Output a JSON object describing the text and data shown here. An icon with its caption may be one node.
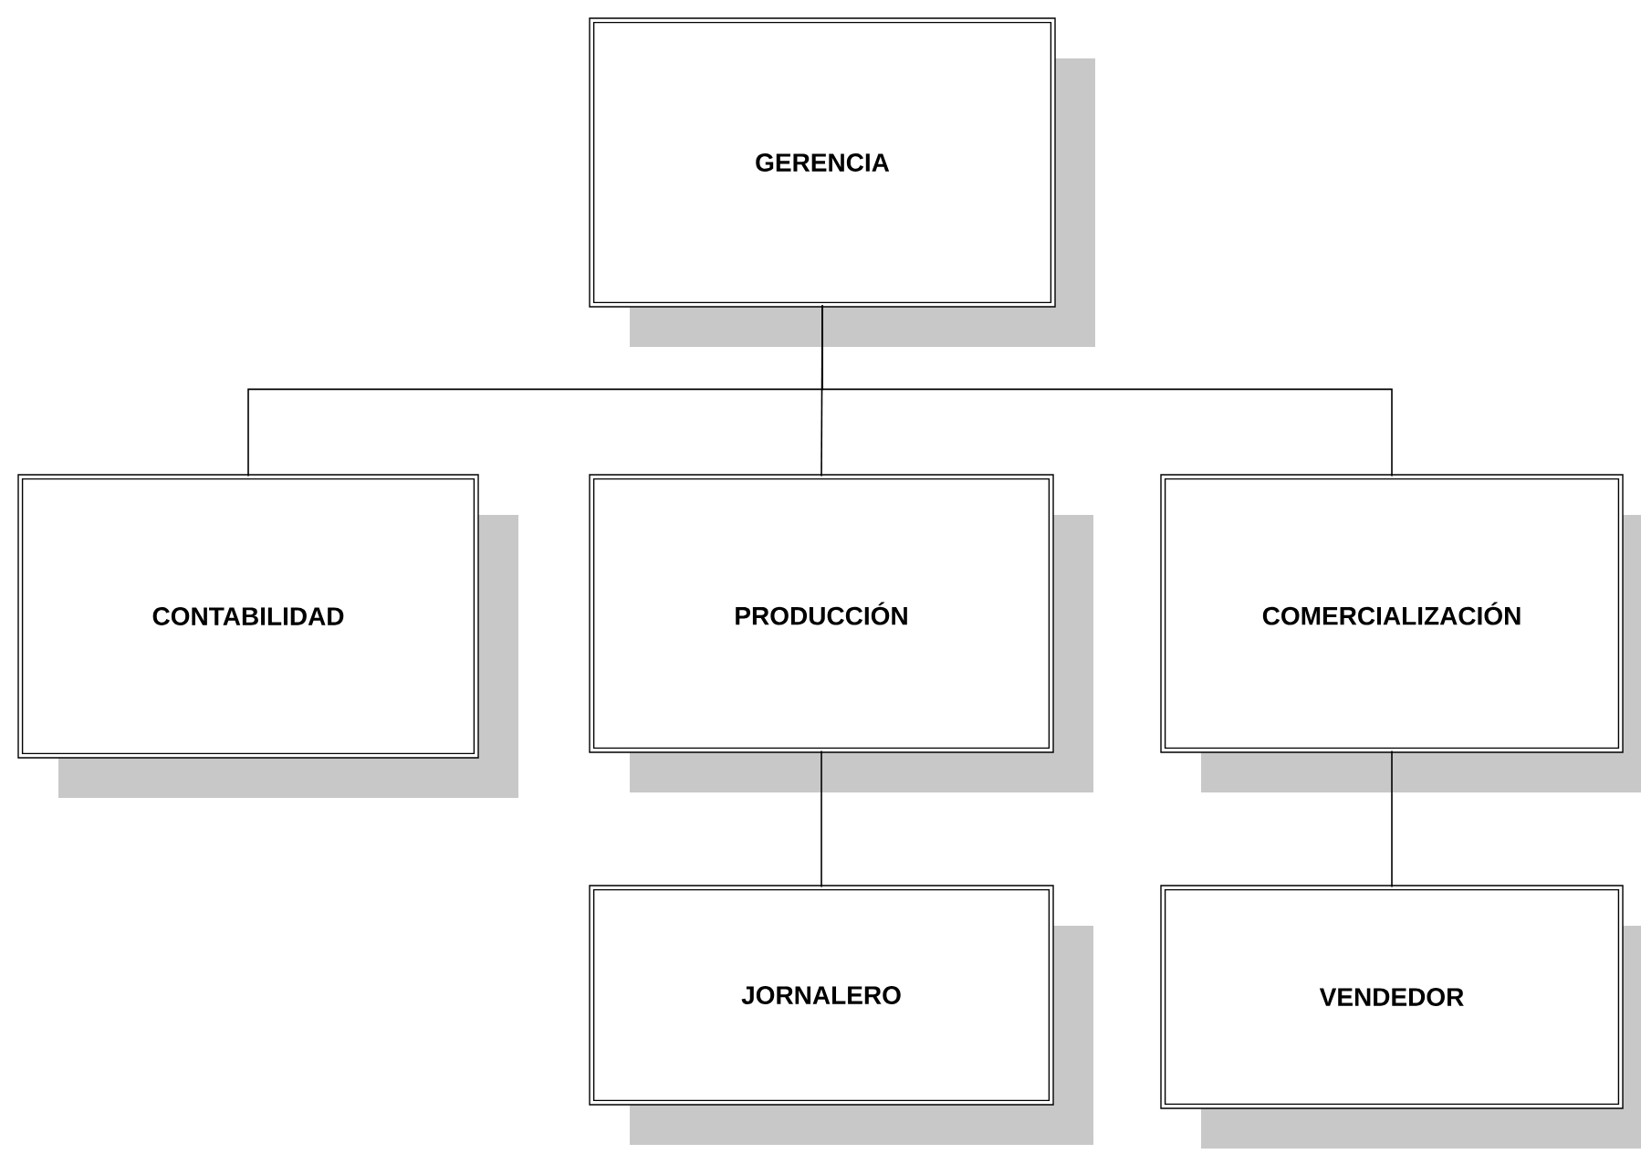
{
  "diagram": {
    "nodes": [
      {
        "text": [
          "GERENCIA"
        ]
      },
      {
        "text": [
          "CONTABILIDAD"
        ]
      },
      {
        "text": [
          "PRODUCCIÓN"
        ]
      },
      {
        "text": [
          "COMERCIALIZACIÓN"
        ]
      },
      {
        "text": [
          "JORNALERO"
        ]
      },
      {
        "text": [
          "VENDEDOR"
        ]
      }
    ],
    "edges": [
      {
        "from": 0,
        "to": 1,
        "arrow": "none"
      },
      {
        "from": 0,
        "to": 2,
        "arrow": "none"
      },
      {
        "from": 0,
        "to": 3,
        "arrow": "none"
      },
      {
        "from": 2,
        "to": 4,
        "arrow": "none"
      },
      {
        "from": 3,
        "to": 5,
        "arrow": "none"
      }
    ]
  }
}
